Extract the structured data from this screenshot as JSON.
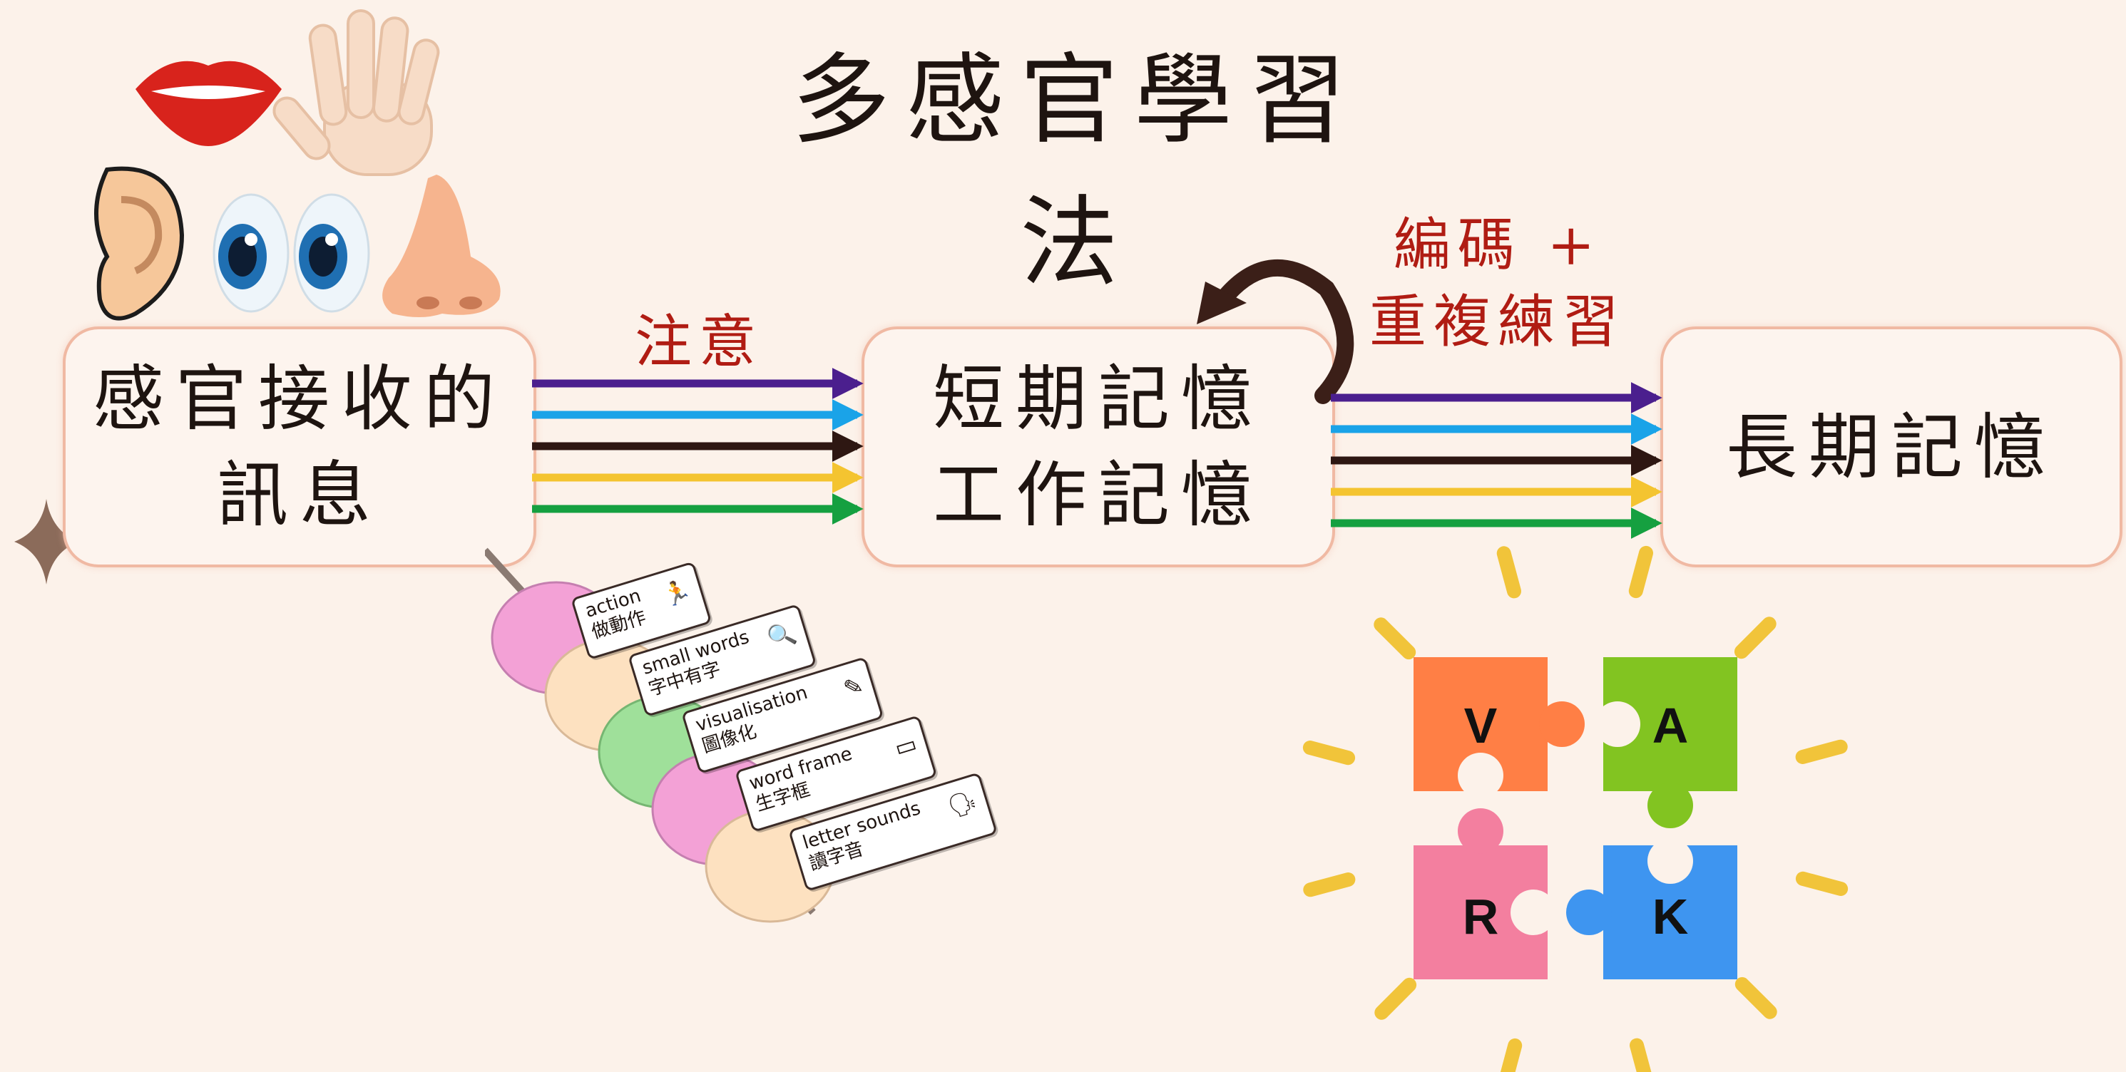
{
  "title": "多感官學習法",
  "stages": {
    "sensory_line1": "感官接收的",
    "sensory_line2": "訊息",
    "short_term_line1": "短期記憶",
    "short_term_line2": "工作記憶",
    "long_term": "長期記憶"
  },
  "arrows": {
    "attention": "注意",
    "encode_line1": "編碼 +",
    "encode_line2": "重複練習",
    "colors": [
      "#4b1f8e",
      "#1aa3e8",
      "#2e1712",
      "#f4c430",
      "#15a040"
    ]
  },
  "senses_icons": [
    "mouth-icon",
    "hand-icon",
    "ear-icon",
    "eyes-icon",
    "nose-icon"
  ],
  "skewer_cards": [
    {
      "en": "action",
      "zh": "做動作",
      "icon": "🏃"
    },
    {
      "en": "small words",
      "zh": "字中有字",
      "icon": "🔍"
    },
    {
      "en": "visualisation",
      "zh": "圖像化",
      "icon": "✎"
    },
    {
      "en": "word frame",
      "zh": "生字框",
      "icon": "▭"
    },
    {
      "en": "letter sounds",
      "zh": "讀字音",
      "icon": "🗣"
    }
  ],
  "puzzle": {
    "pieces": [
      {
        "letter": "V",
        "color": "#ff7f45"
      },
      {
        "letter": "A",
        "color": "#82c421"
      },
      {
        "letter": "R",
        "color": "#f37f9f"
      },
      {
        "letter": "K",
        "color": "#3e95f0"
      }
    ],
    "burst_color": "#f1c43a"
  }
}
